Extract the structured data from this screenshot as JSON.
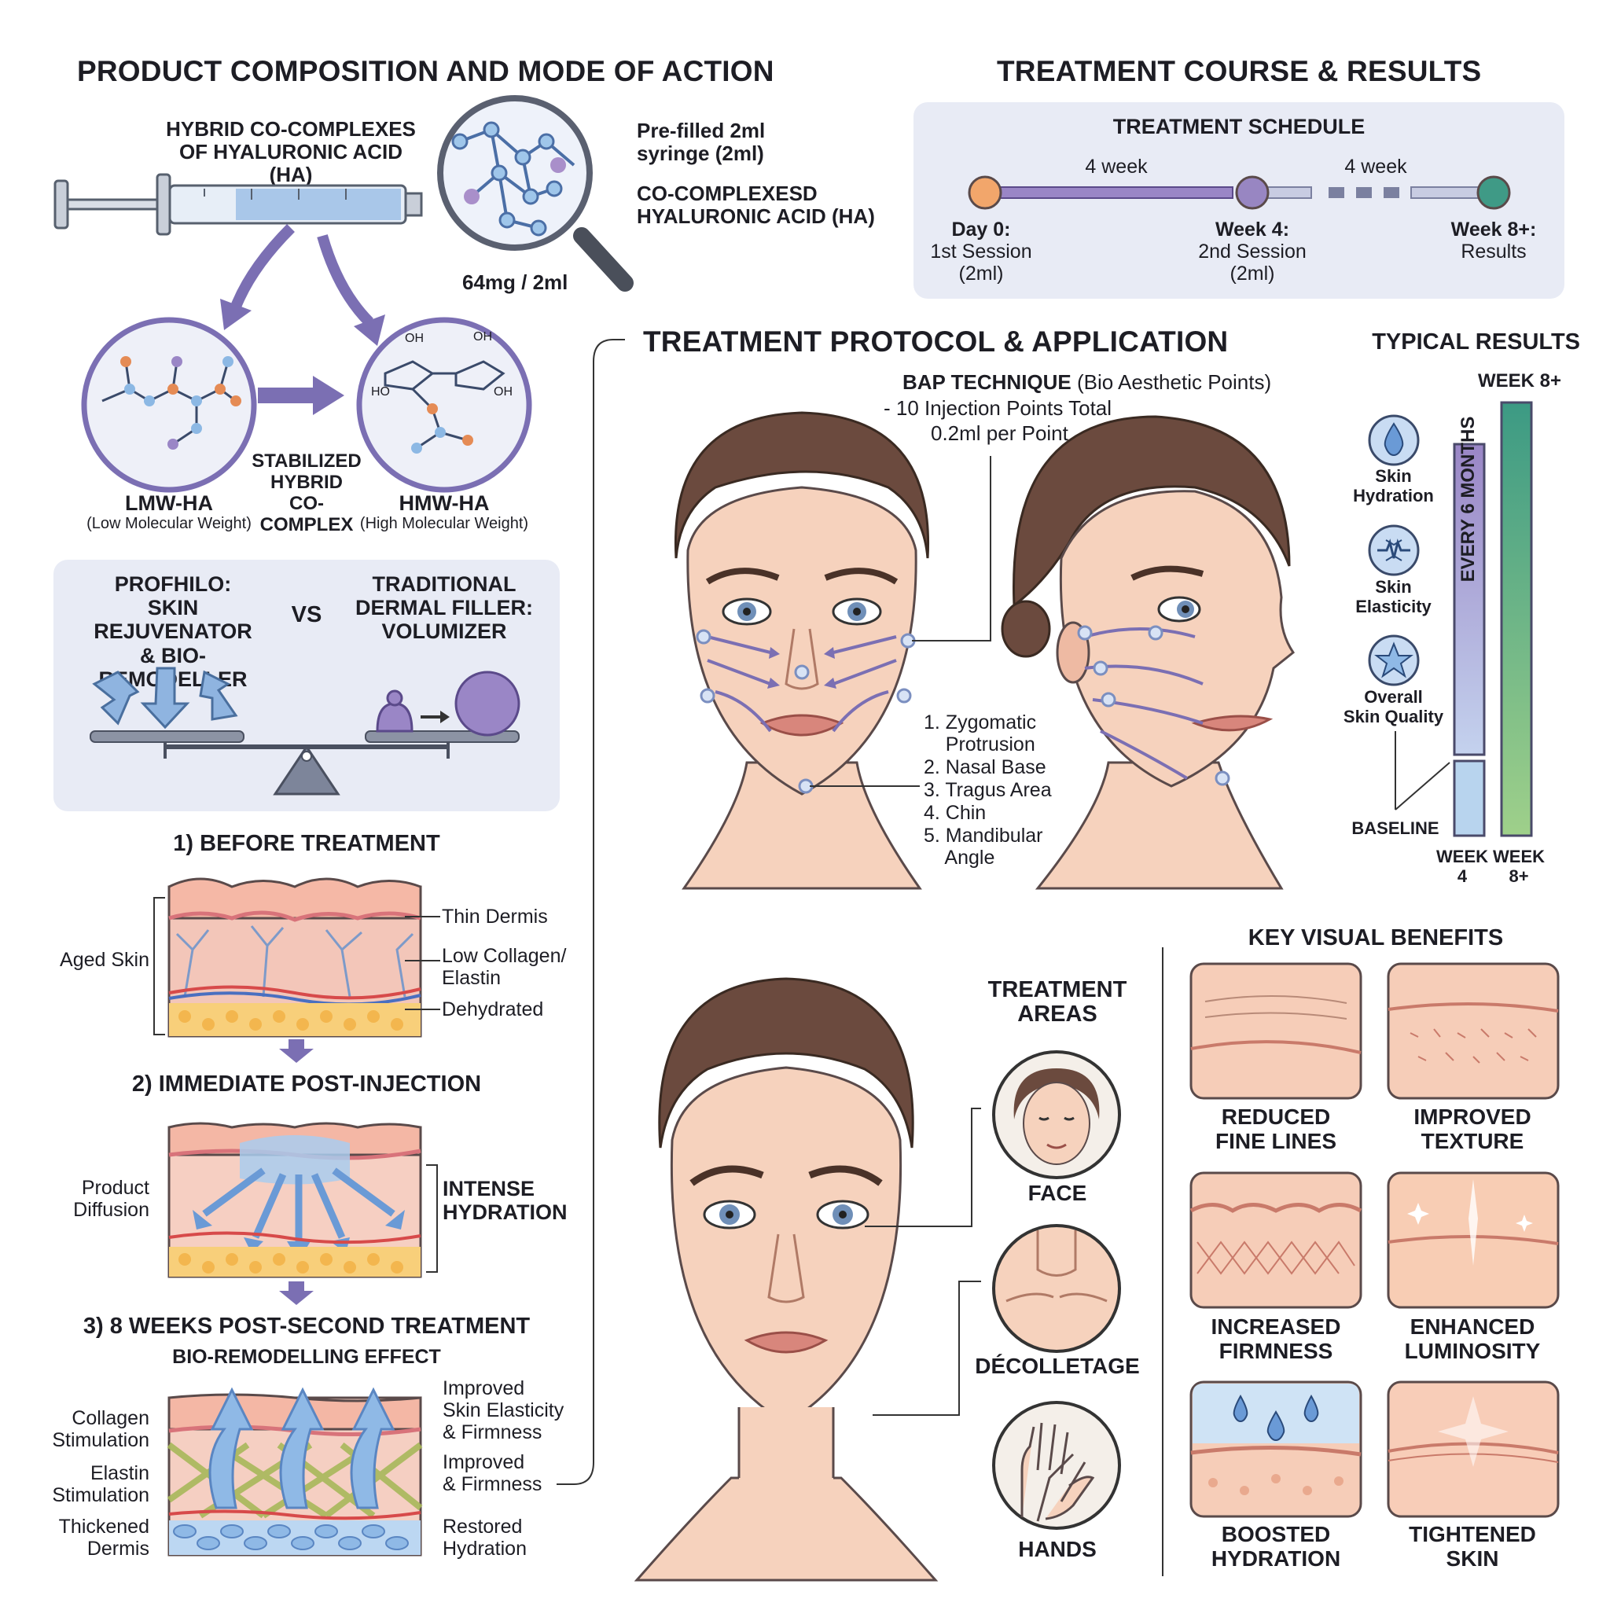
{
  "composition": {
    "title": "PRODUCT COMPOSITION AND MODE OF ACTION",
    "hybrid_label": "HYBRID CO-COMPLEXES\nOF HYALURONIC ACID (HA)",
    "syringe_label": "Pre-filled 2ml\nsyringe (2ml)",
    "cocomplex_label": "CO-COMPLEXESD\nHYALURONIC ACID (HA)",
    "concentration": "64mg / 2ml",
    "lmw_title": "LMW-HA",
    "lmw_sub": "(Low Molecular Weight)",
    "hmw_title": "HMW-HA",
    "hmw_sub": "(High Molecular Weight)",
    "stabilized": "STABILIZED\nHYBRID\nCO-\nCOMPLEX",
    "oh_labels": [
      "OH",
      "OH",
      "HO",
      "OH"
    ]
  },
  "comparison": {
    "left": "PROFHILO:\nSKIN REJUVENATOR\n& BIO-REMODELLER",
    "vs": "VS",
    "right": "TRADITIONAL\nDERMAL FILLER:\nVOLUMIZER"
  },
  "stages": {
    "before": {
      "title": "1) BEFORE TREATMENT",
      "left_label": "Aged Skin",
      "right_labels": [
        "Thin Dermis",
        "Low Collagen/\nElastin",
        "Dehydrated"
      ]
    },
    "immediate": {
      "title": "2) IMMEDIATE POST-INJECTION",
      "left_label": "Product\nDiffusion",
      "right_label": "INTENSE\nHYDRATION"
    },
    "after": {
      "title": "3) 8 WEEKS POST-SECOND TREATMENT",
      "subtitle": "BIO-REMODELLING EFFECT",
      "left_labels": [
        "Collagen\nStimulation",
        "Elastin\nStimulation",
        "Thickened\nDermis"
      ],
      "right_labels": [
        "Improved\nSkin Elasticity\n& Firmness",
        "Improved\n& Firmness",
        "Restored\nHydration"
      ]
    }
  },
  "course": {
    "title": "TREATMENT COURSE & RESULTS",
    "schedule_title": "TREATMENT SCHEDULE",
    "interval_1": "4 week",
    "interval_2": "4 week",
    "milestones": [
      {
        "title": "Day 0:",
        "desc": "1st Session\n(2ml)",
        "color": "#f2a66b"
      },
      {
        "title": "Week 4:",
        "desc": "2nd Session\n(2ml)",
        "color": "#9886c2"
      },
      {
        "title": "Week 8+:",
        "desc": "Results",
        "color": "#3f9a86"
      }
    ]
  },
  "protocol": {
    "title": "TREATMENT PROTOCOL & APPLICATION",
    "bap_bold": "BAP TECHNIQUE",
    "bap_normal": " (Bio Aesthetic Points)",
    "bap_line2": "- 10 Injection Points Total",
    "bap_line3": "0.2ml per Point",
    "points": [
      "1. Zygomatic\n    Protrusion",
      "2. Nasal Base",
      "3. Tragus Area",
      "4. Chin",
      "5. Mandibular\n    Angle"
    ]
  },
  "results": {
    "title": "TYPICAL RESULTS",
    "top_label": "WEEK 8+",
    "metrics": [
      "Skin\nHydration",
      "Skin\nElasticity",
      "Overall\nSkin Quality"
    ],
    "baseline": "BASELINE",
    "bar_labels": [
      "WEEK\n4",
      "WEEK\n8+"
    ],
    "vertical_label": "EVERY 6 MONTHS",
    "colors": {
      "week4": "#9a86c6",
      "week8": "#3c9a84",
      "baseline": "#b8d4ee"
    }
  },
  "areas": {
    "title": "TREATMENT\nAREAS",
    "items": [
      "FACE",
      "DÉCOLLETAGE",
      "HANDS"
    ]
  },
  "benefits": {
    "title": "KEY VISUAL BENEFITS",
    "items": [
      "REDUCED\nFINE LINES",
      "IMPROVED\nTEXTURE",
      "INCREASED\nFIRMNESS",
      "ENHANCED\nLUMINOSITY",
      "BOOSTED\nHYDRATION",
      "TIGHTENED\nSKIN"
    ]
  },
  "palette": {
    "accent": "#7b6fb3",
    "skin": "#f6d2bd",
    "panel": "#e8ebf5",
    "fat": "#f9d27a",
    "water": "#8fb9e6"
  }
}
